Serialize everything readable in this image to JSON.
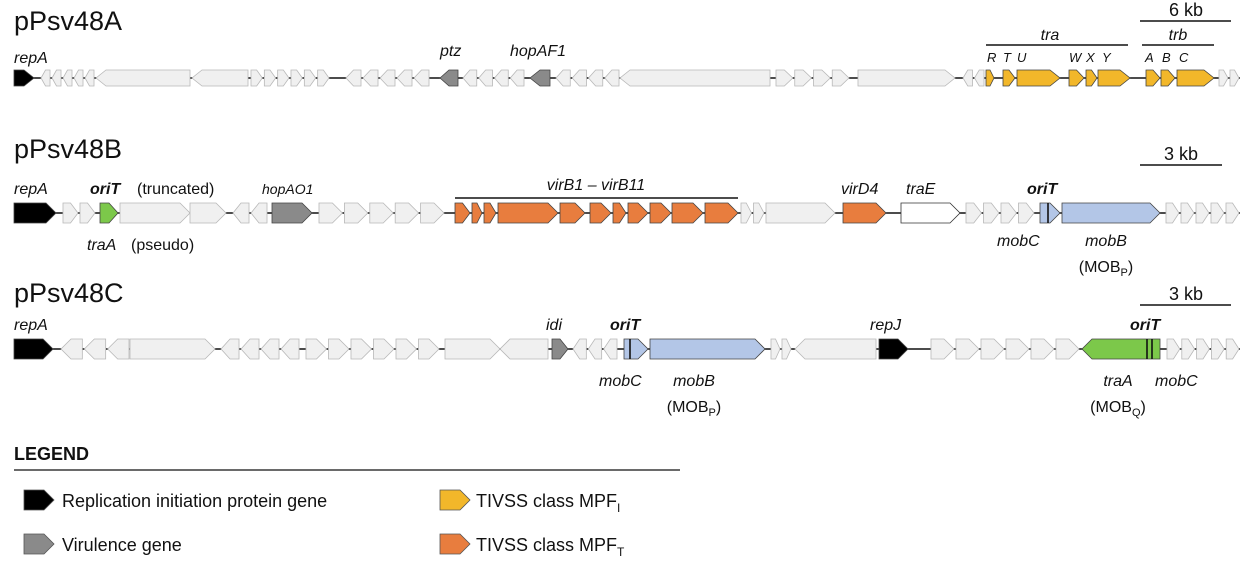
{
  "colors": {
    "replication": "#000000",
    "virulence": "#8a8a8a",
    "mpf_i": "#f2b72a",
    "mpf_t": "#e87d3e",
    "mob": "#b3c6e7",
    "mobq": "#7cc84a",
    "other": "#f0f0f0",
    "outline": "#ffffff"
  },
  "plasmids": [
    {
      "name": "pPsv48A",
      "scale_label": "6 kb",
      "labels": {
        "repA": "repA",
        "ptz": "ptz",
        "hopAF1": "hopAF1",
        "tra": "tra",
        "trb": "trb",
        "tra_sub": [
          "R",
          "T",
          "U",
          "W",
          "X",
          "Y"
        ],
        "trb_sub": [
          "A",
          "B",
          "C"
        ]
      }
    },
    {
      "name": "pPsv48B",
      "scale_label": "3 kb",
      "labels": {
        "repA": "repA",
        "oriT": "oriT",
        "oriT_note": "(truncated)",
        "hopAO1": "hopAO1",
        "virB": "virB1 – virB11",
        "virD4": "virD4",
        "traE": "traE",
        "oriT2": "oriT",
        "traA": "traA",
        "traA_note": "(pseudo)",
        "mobC": "mobC",
        "mobB": "mobB",
        "mobB_class": "MOB",
        "mobB_sub": "P"
      }
    },
    {
      "name": "pPsv48C",
      "scale_label": "3 kb",
      "labels": {
        "repA": "repA",
        "idi": "idi",
        "oriT": "oriT",
        "mobC": "mobC",
        "mobB": "mobB",
        "mobB_class": "MOB",
        "mobB_sub": "P",
        "repJ": "repJ",
        "oriT2": "oriT",
        "traA": "traA",
        "traA_class": "MOB",
        "traA_sub": "Q",
        "mobC2": "mobC"
      }
    }
  ],
  "legend": {
    "title": "LEGEND",
    "items": [
      {
        "label": "Replication initiation protein gene",
        "sub": "",
        "color_key": "replication"
      },
      {
        "label": "Virulence gene",
        "sub": "",
        "color_key": "virulence"
      },
      {
        "label": "TIVSS class MPF",
        "sub": "I",
        "color_key": "mpf_i"
      },
      {
        "label": "TIVSS class MPF",
        "sub": "T",
        "color_key": "mpf_t"
      }
    ]
  }
}
